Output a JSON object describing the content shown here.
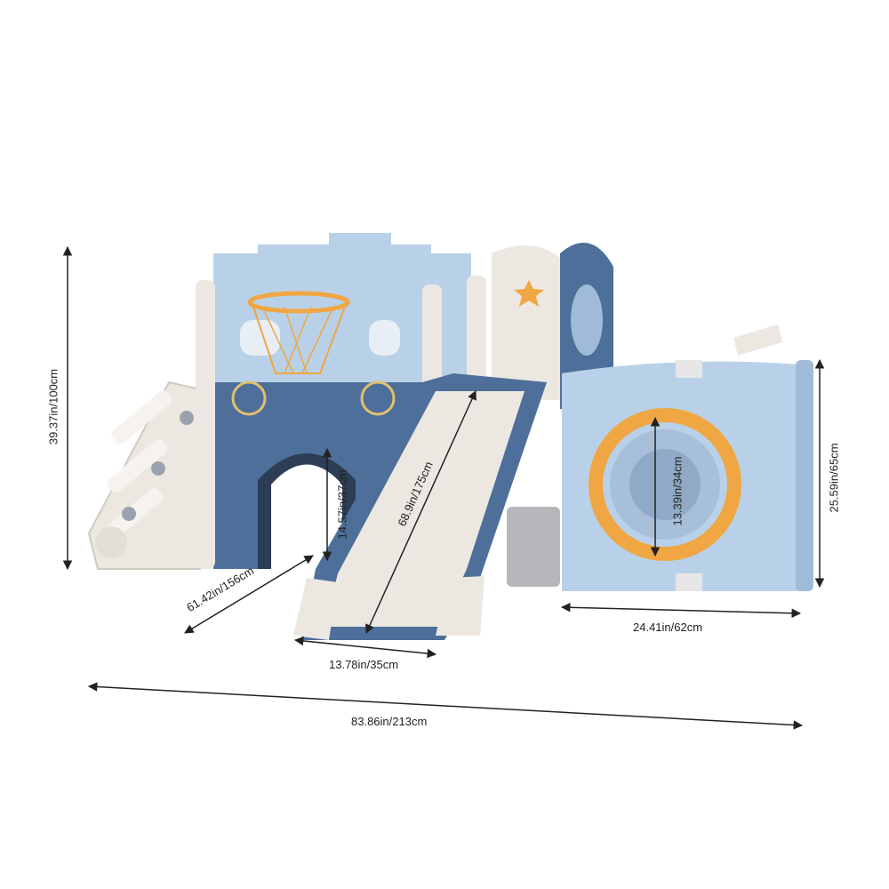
{
  "dimensions": {
    "total_height": "39.37in/100cm",
    "total_length": "83.86in/213cm",
    "depth": "61.42in/156cm",
    "slide_width": "13.78in/35cm",
    "slide_length": "68.9in/175cm",
    "tunnel_height": "14.57in/37cm",
    "tower_height": "25.59in/65cm",
    "tower_width": "24.41in/62cm",
    "ring_diameter": "13.39in/34cm"
  },
  "colors": {
    "light_blue": "#b9d1e8",
    "mid_blue": "#9fbbd8",
    "navy": "#4d6f99",
    "cream": "#ece8e1",
    "orange": "#f0a642",
    "grey": "#b5b7ba"
  }
}
